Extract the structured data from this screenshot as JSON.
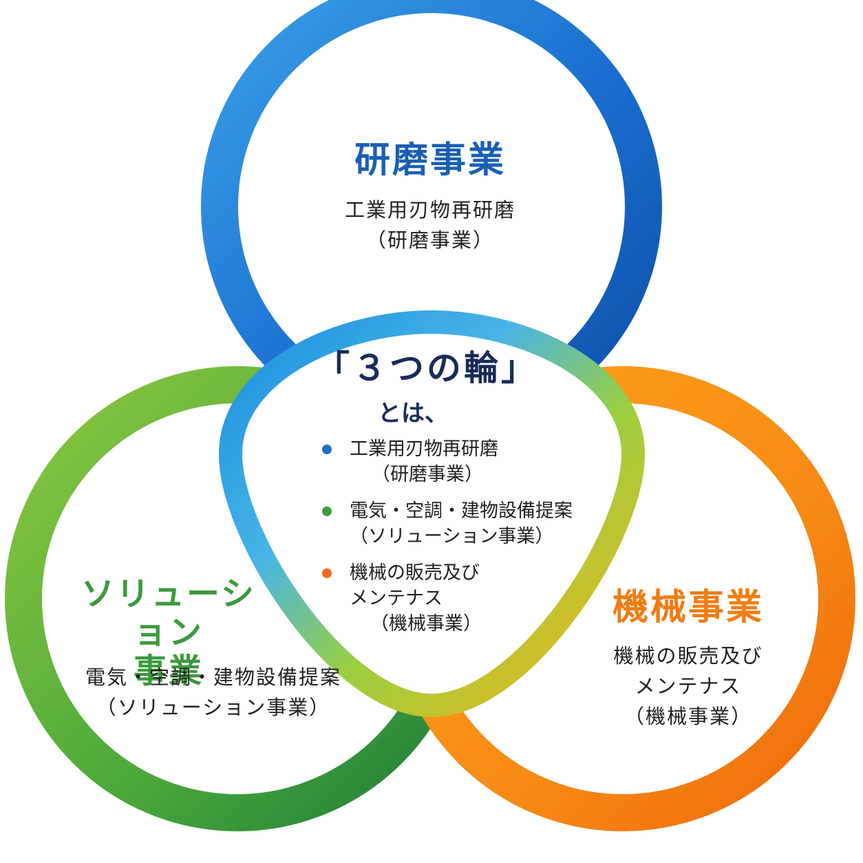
{
  "circles": {
    "top": {
      "title": "研磨事業",
      "line1": "工業用刃物再研磨",
      "line2": "（研磨事業）",
      "color": "#1e73c8"
    },
    "left": {
      "title_line1": "ソリューション",
      "title_line2": "事業",
      "line1": "電気・空調・建物設備提案",
      "line2": "（ソリューション事業）",
      "color": "#3d9e3a"
    },
    "right": {
      "title": "機械事業",
      "line1": "機械の販売及び",
      "line2": "メンテナス",
      "line3": "（機械事業）",
      "color": "#f57f17"
    }
  },
  "center": {
    "title": "「３つの輪」",
    "subtitle": "とは、",
    "items": [
      {
        "line1": "工業用刃物再研磨",
        "line2": "（研磨事業）",
        "dot_color": "#1e6fc0"
      },
      {
        "line1": "電気・空調・建物設備提案",
        "line2": "（ソリューション事業）",
        "dot_color": "#3d9e3a"
      },
      {
        "line1": "機械の販売及び",
        "line2": "メンテナス",
        "line3": "（機械事業）",
        "dot_color": "#f06a20"
      }
    ]
  }
}
